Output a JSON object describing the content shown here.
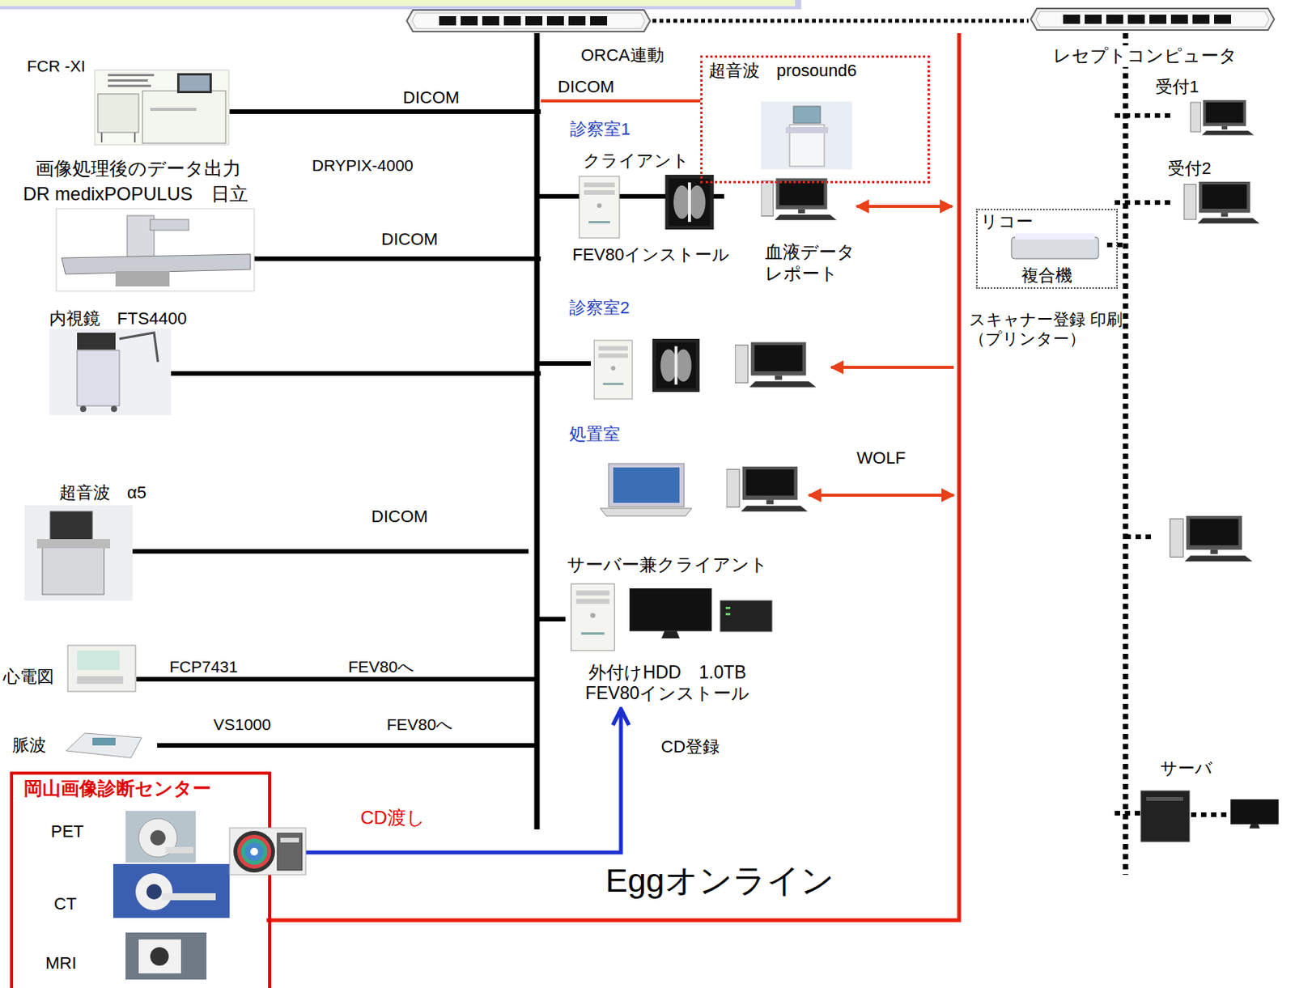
{
  "diagram": {
    "nodes": [
      {
        "text": [
          "超音波　prosound6"
        ]
      },
      {
        "text": [
          "リコー",
          "複合機"
        ]
      },
      {
        "text": [
          "サーバー兼クライアント",
          "外付けHDD　1.0TB FEV80インストール"
        ]
      },
      {
        "text": [
          "岡山画像診断センター"
        ]
      },
      {
        "text": [
          "PET"
        ],
        "in": 3
      },
      {
        "text": [
          "CT"
        ],
        "in": 3
      },
      {
        "text": [
          "MRI"
        ],
        "in": 3
      }
    ],
    "edges": [
      {
        "from": 3,
        "to": 2,
        "arrow": "to",
        "label": "CD渡し"
      }
    ],
    "labels": [
      "FCR -XI",
      "ORCA連動",
      "レセプトコンピュータ",
      "DICOM",
      "受付1",
      "DICOM",
      "診察室1",
      "クライアント",
      "画像処理後のデータ出力",
      "DRYPIX-4000",
      "受付2",
      "DR medixPOPULUS　日立",
      "DICOM",
      "FEV80インストール",
      "血液データ レポート",
      "診察室2",
      "内視鏡　FTS4400",
      "スキャナー登録 印刷（プリンター）",
      "処置室",
      "WOLF",
      "超音波　α5",
      "DICOM",
      "心電図",
      "FCP7431",
      "FEV80へ",
      "脈波",
      "VS1000",
      "FEV80へ",
      "CD登録",
      "サーバ",
      "Eggオンライン"
    ]
  }
}
